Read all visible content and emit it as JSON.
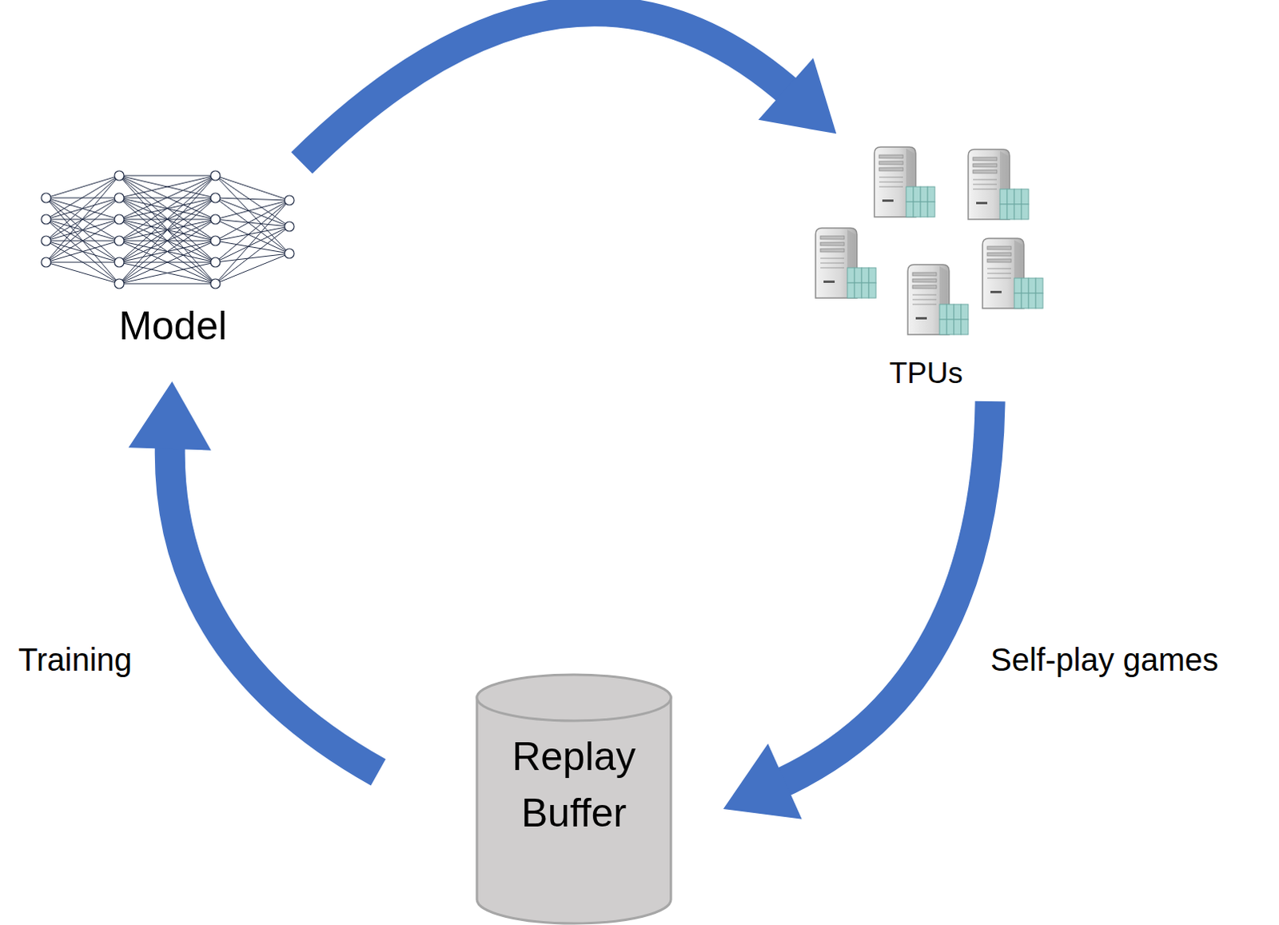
{
  "diagram": {
    "nodes": [
      {
        "text": [
          "Model"
        ]
      },
      {
        "text": [
          "TPUs"
        ]
      },
      {
        "text": [
          "Replay Buffer"
        ]
      }
    ],
    "edges": [
      {
        "from": 0,
        "to": 1,
        "arrow": "to"
      },
      {
        "from": 1,
        "to": 2,
        "label": "Self-play games",
        "arrow": "to"
      },
      {
        "from": 2,
        "to": 0,
        "label": "Training",
        "arrow": "to"
      }
    ]
  }
}
